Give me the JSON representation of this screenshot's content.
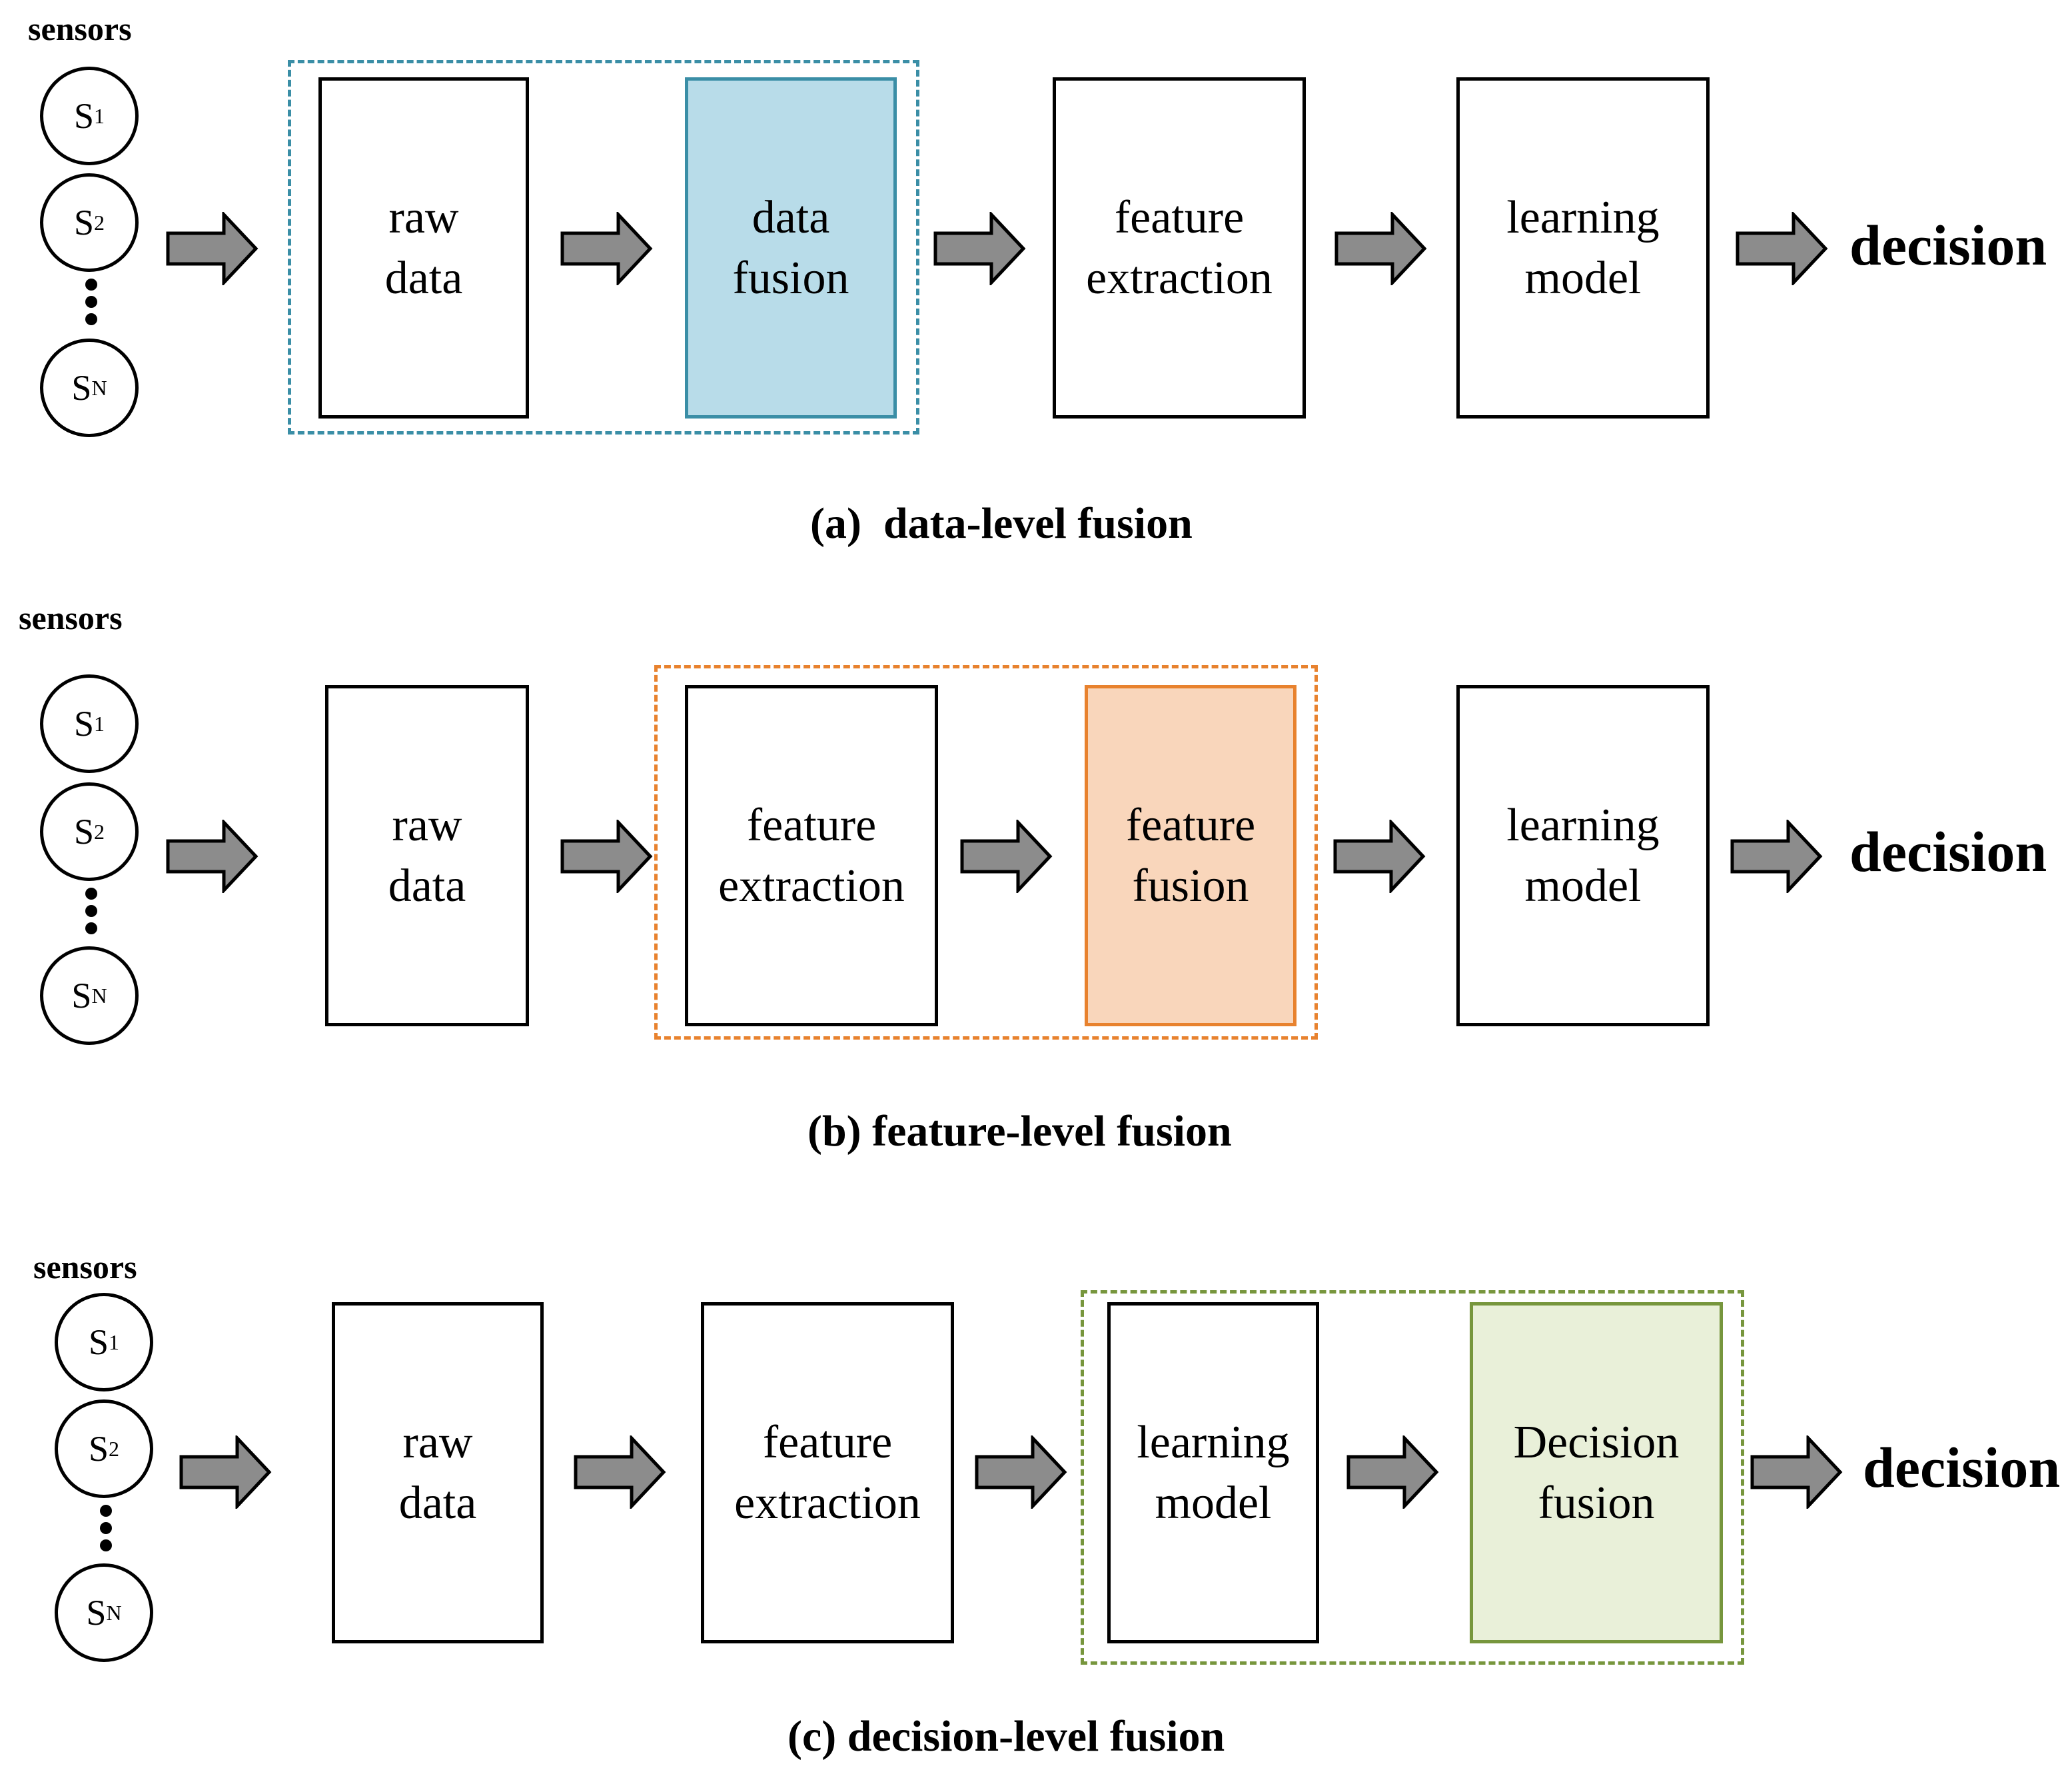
{
  "colors": {
    "data_fusion_fill": "#b8dce9",
    "data_fusion_border": "#3a8ea6",
    "feature_fusion_fill": "#f9d6bb",
    "feature_fusion_border": "#e8822e",
    "decision_fusion_fill": "#e9f0d9",
    "decision_fusion_border": "#77963d",
    "arrow_fill": "#8c8c8c"
  },
  "sensors": {
    "label": "sensors",
    "s1": "S",
    "s1_sub": "1",
    "s2": "S",
    "s2_sub": "2",
    "sn": "S",
    "sn_sub": "N"
  },
  "panel_a": {
    "raw_data": [
      "raw",
      "data"
    ],
    "data_fusion": [
      "data",
      "fusion"
    ],
    "feature_extraction": [
      "feature",
      "extraction"
    ],
    "learning_model": [
      "learning",
      "model"
    ],
    "decision": "decision",
    "caption": "(a)  data-level fusion"
  },
  "panel_b": {
    "raw_data": [
      "raw",
      "data"
    ],
    "feature_extraction": [
      "feature",
      "extraction"
    ],
    "feature_fusion": [
      "feature",
      "fusion"
    ],
    "learning_model": [
      "learning",
      "model"
    ],
    "decision": "decision",
    "caption": "(b) feature-level fusion"
  },
  "panel_c": {
    "raw_data": [
      "raw",
      "data"
    ],
    "feature_extraction": [
      "feature",
      "extraction"
    ],
    "learning_model": [
      "learning",
      "model"
    ],
    "decision_fusion": [
      "Decision",
      "fusion"
    ],
    "decision": "decision",
    "caption": "(c) decision-level fusion"
  }
}
